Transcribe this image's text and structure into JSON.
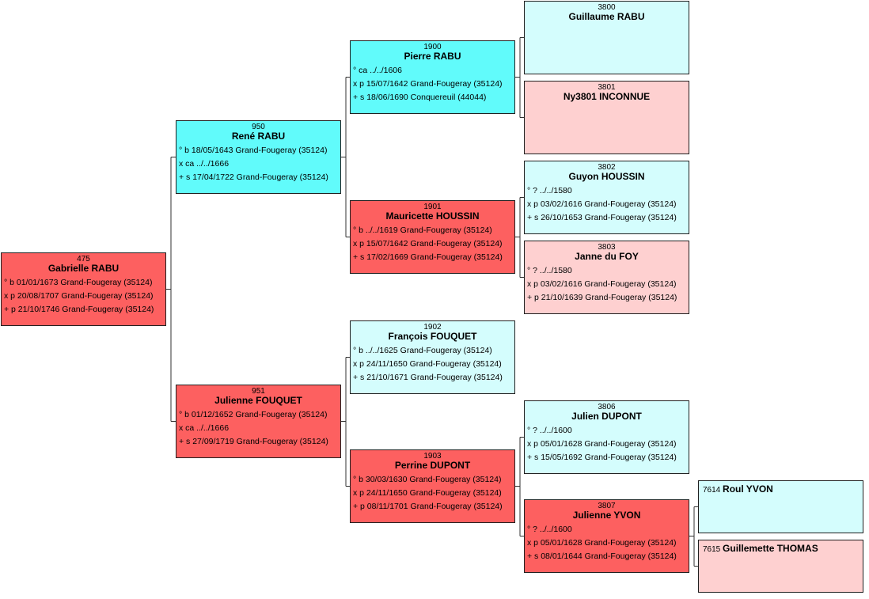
{
  "people": [
    {
      "num": "475",
      "name": "Gabrielle RABU",
      "style": "s-f",
      "events": [
        "° b 01/01/1673 Grand-Fougeray (35124)",
        "x p 20/08/1707 Grand-Fougeray (35124)",
        "+ p 21/10/1746 Grand-Fougeray (35124)"
      ]
    },
    {
      "num": "950",
      "name": "René RABU",
      "style": "s-m",
      "events": [
        "° b 18/05/1643 Grand-Fougeray (35124)",
        "x ca ../../1666",
        "+ s 17/04/1722 Grand-Fougeray (35124)"
      ]
    },
    {
      "num": "951",
      "name": "Julienne FOUQUET",
      "style": "s-f",
      "events": [
        "° b 01/12/1652 Grand-Fougeray (35124)",
        "x ca ../../1666",
        "+ s 27/09/1719 Grand-Fougeray (35124)"
      ]
    },
    {
      "num": "1900",
      "name": "Pierre RABU",
      "style": "s-m",
      "events": [
        "° ca ../../1606",
        "x p 15/07/1642 Grand-Fougeray (35124)",
        "+ s 18/06/1690 Conquereuil (44044)"
      ]
    },
    {
      "num": "1901",
      "name": "Mauricette HOUSSIN",
      "style": "s-f",
      "events": [
        "° b ../../1619 Grand-Fougeray (35124)",
        "x p 15/07/1642 Grand-Fougeray (35124)",
        "+ s 17/02/1669 Grand-Fougeray (35124)"
      ]
    },
    {
      "num": "1902",
      "name": "François FOUQUET",
      "style": "s-ml",
      "events": [
        "° b ../../1625 Grand-Fougeray (35124)",
        "x p 24/11/1650 Grand-Fougeray (35124)",
        "+ s 21/10/1671 Grand-Fougeray (35124)"
      ]
    },
    {
      "num": "1903",
      "name": "Perrine DUPONT",
      "style": "s-f",
      "events": [
        "° b 30/03/1630 Grand-Fougeray (35124)",
        "x p 24/11/1650 Grand-Fougeray (35124)",
        "+ p 08/11/1701 Grand-Fougeray (35124)"
      ]
    },
    {
      "num": "3800",
      "name": "Guillaume RABU",
      "style": "s-ml",
      "events": []
    },
    {
      "num": "3801",
      "name": "Ny3801 INCONNUE",
      "style": "s-fl",
      "events": []
    },
    {
      "num": "3802",
      "name": "Guyon HOUSSIN",
      "style": "s-ml",
      "events": [
        "° ? ../../1580",
        "x p 03/02/1616 Grand-Fougeray (35124)",
        "+ s 26/10/1653 Grand-Fougeray (35124)"
      ]
    },
    {
      "num": "3803",
      "name": "Janne du FOY",
      "style": "s-fl",
      "events": [
        "° ? ../../1580",
        "x p 03/02/1616 Grand-Fougeray (35124)",
        "+ p 21/10/1639 Grand-Fougeray (35124)"
      ]
    },
    {
      "num": "3806",
      "name": "Julien DUPONT",
      "style": "s-ml",
      "events": [
        "° ? ../../1600",
        "x p 05/01/1628 Grand-Fougeray (35124)",
        "+ s 15/05/1692 Grand-Fougeray (35124)"
      ]
    },
    {
      "num": "3807",
      "name": "Julienne YVON",
      "style": "s-f",
      "events": [
        "° ? ../../1600",
        "x p 05/01/1628 Grand-Fougeray (35124)",
        "+ s 08/01/1644 Grand-Fougeray (35124)"
      ]
    },
    {
      "num": "7614",
      "name": "Roul YVON",
      "style": "s-ml",
      "events": [],
      "inline": true
    },
    {
      "num": "7615",
      "name": "Guillemette THOMAS",
      "style": "s-fl",
      "events": [],
      "inline": true
    }
  ]
}
